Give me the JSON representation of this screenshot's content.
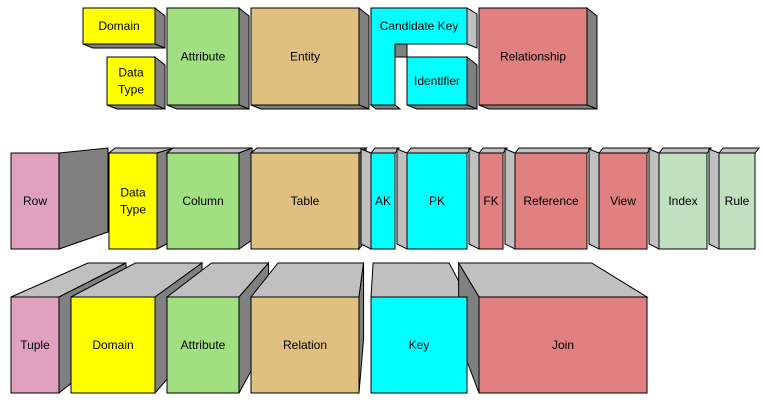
{
  "colors": {
    "domain": "#ffff00",
    "attribute": "#a0e080",
    "entity": "#e0c080",
    "key": "#00ffff",
    "relationship": "#e08080",
    "row": "#e0a0c0",
    "index": "#c0e0c0",
    "shadow": "#808080",
    "face": "#c0c0c0"
  },
  "rows": {
    "conceptual": [
      {
        "id": "domain",
        "lines": [
          "Domain"
        ]
      },
      {
        "id": "data-type",
        "lines": [
          "Data",
          "Type"
        ]
      },
      {
        "id": "attribute",
        "lines": [
          "Attribute"
        ]
      },
      {
        "id": "entity",
        "lines": [
          "Entity"
        ]
      },
      {
        "id": "candidate-key",
        "lines": [
          "Candidate Key"
        ]
      },
      {
        "id": "identifier",
        "lines": [
          "Identifier"
        ]
      },
      {
        "id": "relationship",
        "lines": [
          "Relationship"
        ]
      }
    ],
    "physical": [
      {
        "id": "row",
        "lines": [
          "Row"
        ]
      },
      {
        "id": "data-type",
        "lines": [
          "Data",
          "Type"
        ]
      },
      {
        "id": "column",
        "lines": [
          "Column"
        ]
      },
      {
        "id": "table",
        "lines": [
          "Table"
        ]
      },
      {
        "id": "ak",
        "lines": [
          "AK"
        ]
      },
      {
        "id": "pk",
        "lines": [
          "PK"
        ]
      },
      {
        "id": "fk",
        "lines": [
          "FK"
        ]
      },
      {
        "id": "reference",
        "lines": [
          "Reference"
        ]
      },
      {
        "id": "view",
        "lines": [
          "View"
        ]
      },
      {
        "id": "index",
        "lines": [
          "Index"
        ]
      },
      {
        "id": "rule",
        "lines": [
          "Rule"
        ]
      }
    ],
    "relational": [
      {
        "id": "tuple",
        "lines": [
          "Tuple"
        ]
      },
      {
        "id": "domain",
        "lines": [
          "Domain"
        ]
      },
      {
        "id": "attribute",
        "lines": [
          "Attribute"
        ]
      },
      {
        "id": "relation",
        "lines": [
          "Relation"
        ]
      },
      {
        "id": "key",
        "lines": [
          "Key"
        ]
      },
      {
        "id": "join",
        "lines": [
          "Join"
        ]
      }
    ]
  }
}
